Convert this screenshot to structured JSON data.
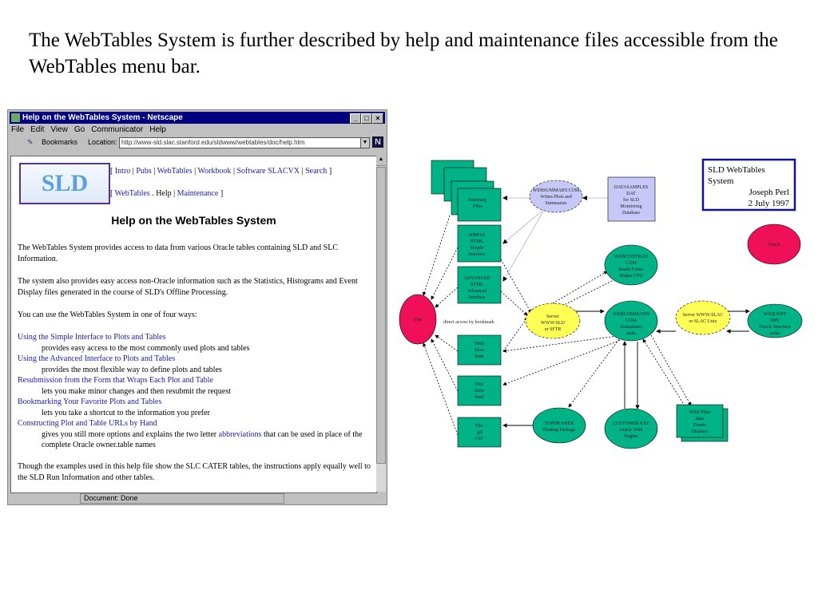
{
  "slide": {
    "intro": "The WebTables System is further described by help and maintenance files accessible from the WebTables menu bar."
  },
  "browser": {
    "title": "Help on the WebTables System - Netscape",
    "menu": [
      "File",
      "Edit",
      "View",
      "Go",
      "Communicator",
      "Help"
    ],
    "bookmarks": "Bookmarks",
    "location_label": "Location:",
    "url": "http://www-sld.slac.stanford.edu/sldwww/webtables/doc/help.htm",
    "status": "Document: Done",
    "page": {
      "logo": "SLD",
      "nav1": [
        "Intro",
        "Pubs",
        "WebTables",
        "Workbook",
        "Software",
        "SLACVX",
        "Search"
      ],
      "nav2": [
        "WebTables",
        "Help",
        "Maintenance"
      ],
      "heading": "Help on the WebTables System",
      "p1": "The WebTables System provides access to data from various Oracle tables containing SLD and SLC Information.",
      "p2": "The system also provides easy access non-Oracle information such as the Statistics, Histograms and Event Display files generated in the course of SLD's Offline Processing.",
      "p3": "You can use the WebTables System in one of four ways:",
      "ways": [
        {
          "link": "Using the Simple Interface to Plots and Tables",
          "desc": "provides easy access to the most commonly used plots and tables"
        },
        {
          "link": "Using the Advanced Interface to Plots and Tables",
          "desc": "provides the most flexible way to define plots and tables"
        },
        {
          "link": "Resubmission from the Form that Wraps Each Plot and Table",
          "desc": "lets you make minor changes and then resubmit the request"
        },
        {
          "link": "Bookmarking Your Favorite Plots and Tables",
          "desc": "lets you take a shortcut to the information you prefer"
        },
        {
          "link": "Constructing Plot and Table URLs by Hand",
          "desc": "gives you still more options and explains the two letter",
          "desc_link": "abbreviations",
          "desc_tail": "that can be used in place of the complete Oracle owner.table names"
        }
      ],
      "p4": "Though the examples used in this help file show the SLC CATER tables, the instructions apply equally well to the SLD Run Information and other tables."
    }
  },
  "diagram": {
    "title_box": {
      "l1": "SLD WebTables",
      "l2": "System",
      "author": "Joseph Perl",
      "date": "2 July 1997"
    },
    "nodes": {
      "summary": [
        "Summary",
        "Files"
      ],
      "simple": [
        "SIMPLE",
        "HTML",
        "Simple",
        "Interface"
      ],
      "advanced": [
        "ADVANCED",
        "HTML",
        "Advanced",
        "Interface"
      ],
      "table": [
        "Table",
        "form",
        "html"
      ],
      "plotform": [
        "Plot",
        "form",
        "html"
      ],
      "gif": [
        "Plot",
        ".gif",
        "GIF"
      ],
      "user": "User",
      "oracle": "Oracle",
      "websummary": [
        "WEBSUMMARY.COM",
        "Writes Plots and",
        "Summaries"
      ],
      "datasamples": [
        "DATASAMPLES",
        "DAT",
        "for SLD",
        "Monitoring",
        "Database"
      ],
      "webcontrad": [
        "WEBCONTRAD",
        "COM",
        "Reads Forms",
        "Makes CPU"
      ],
      "server1": [
        "Server",
        "WWW-SLD",
        "or SFTR"
      ],
      "webcommand": [
        "WEBCOMMAND",
        "COM",
        "Instantiates",
        "tasks"
      ],
      "server2": [
        "Server WWW-SLAC",
        "or SLAC Unix"
      ],
      "wsquery": [
        "WSQUERY",
        "DRV",
        "Oracle Interface",
        "tasks"
      ],
      "topdrawer": [
        "TOPDRAWER",
        "Plotting Package"
      ],
      "custom": [
        "CUSTOMER.EXE",
        "Oracle With",
        "Engine"
      ],
      "idss": [
        "IDSS Files",
        "data",
        "Events",
        "Displays"
      ],
      "bookmark": "direct access by bookmark"
    },
    "colors": {
      "green": "#00b386",
      "red": "#f0105a",
      "yellow": "#ffff55",
      "lavender": "#c8c8f8",
      "blue": "#1010a0"
    }
  }
}
